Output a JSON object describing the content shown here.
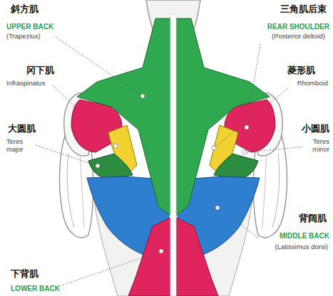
{
  "diagram": {
    "labels": [
      "斜方肌",
      "三角肌后束",
      "UPPER BACK",
      "REAR SHOULDER",
      "(Trapezius)",
      "(Posterior deltoid)",
      "冈下肌",
      "菱形肌",
      "Infraspinatus",
      "Rhomboid",
      "大圆肌",
      "小圆肌",
      "Teres major",
      "Teres minor",
      "背阔肌",
      "MIDDLE BACK",
      "(Latissimus dorsi)",
      "下背肌",
      "LOWER BACK"
    ]
  }
}
